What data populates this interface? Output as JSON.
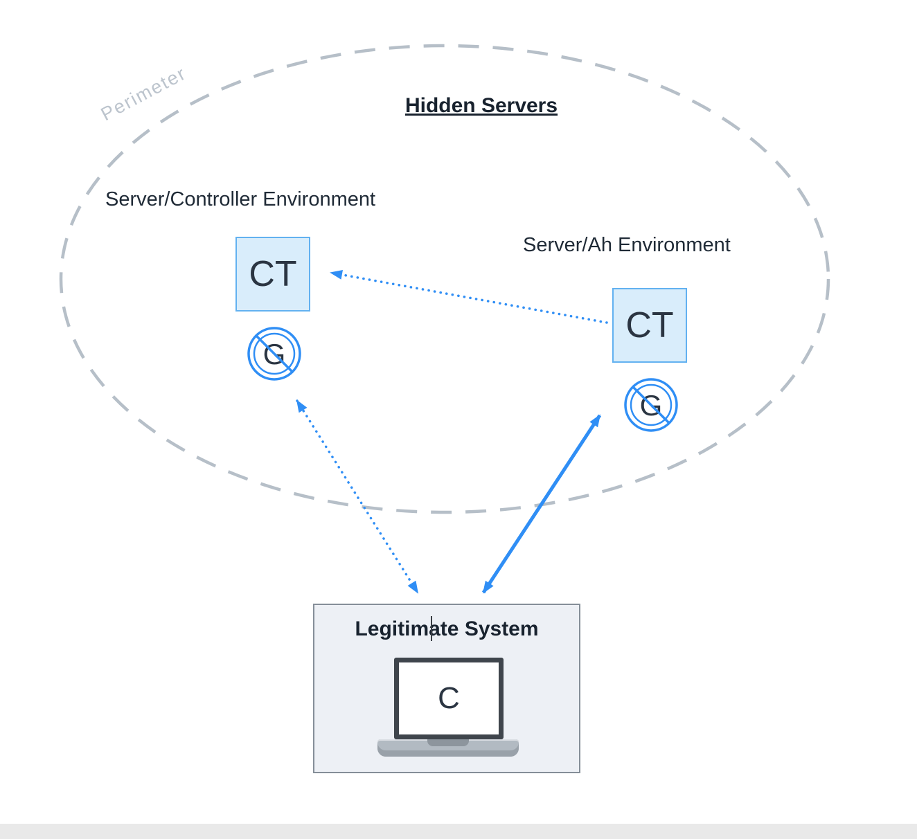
{
  "diagram": {
    "perimeter_label": "Perimeter",
    "title": "Hidden Servers",
    "server_controller": {
      "label": "Server/Controller Environment",
      "node_label": "CT",
      "icon_letter": "G",
      "icon": "prohibited-g-icon"
    },
    "server_ah": {
      "label": "Server/Ah Environment",
      "node_label": "CT",
      "icon_letter": "G",
      "icon": "prohibited-g-icon"
    },
    "legitimate_system": {
      "title": "Legitimate System",
      "laptop_screen_letter": "C",
      "icon": "laptop-icon"
    },
    "connections": [
      {
        "from": "server-ah-ct-node",
        "to": "server-controller-ct-node",
        "style": "dotted",
        "arrowheads": "single"
      },
      {
        "from": "server-controller-g-icon",
        "to": "legitimate-system",
        "style": "dotted",
        "arrowheads": "double"
      },
      {
        "from": "server-ah-g-icon",
        "to": "legitimate-system",
        "style": "solid",
        "arrowheads": "double"
      }
    ],
    "colors": {
      "arrow_blue": "#2f8ef5",
      "node_fill": "#d9edfb",
      "node_border": "#62b1f0",
      "perimeter_dash": "#b6bfc8",
      "perimeter_text": "#bcc4cd",
      "text_dark": "#18222e",
      "label_dark": "#1f2a36",
      "legit_fill": "#edf0f5",
      "legit_border": "#858e98",
      "laptop_dark": "#3f454c",
      "laptop_base_gray": "#b2bac2",
      "page_strip": "#e9e9e9"
    }
  }
}
